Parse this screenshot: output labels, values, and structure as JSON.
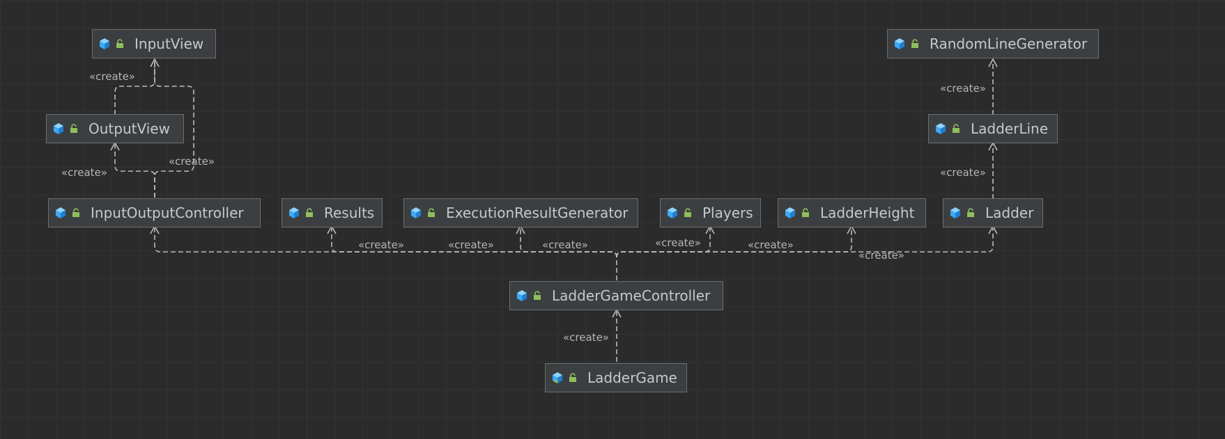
{
  "diagram": {
    "stereotype": "«create»",
    "nodes": [
      {
        "id": "input-view",
        "label": "InputView"
      },
      {
        "id": "output-view",
        "label": "OutputView"
      },
      {
        "id": "input-output-controller",
        "label": "InputOutputController"
      },
      {
        "id": "results",
        "label": "Results"
      },
      {
        "id": "execution-result-generator",
        "label": "ExecutionResultGenerator"
      },
      {
        "id": "players",
        "label": "Players"
      },
      {
        "id": "ladder-height",
        "label": "LadderHeight"
      },
      {
        "id": "ladder",
        "label": "Ladder"
      },
      {
        "id": "ladder-line",
        "label": "LadderLine"
      },
      {
        "id": "random-line-generator",
        "label": "RandomLineGenerator"
      },
      {
        "id": "ladder-game-controller",
        "label": "LadderGameController"
      },
      {
        "id": "ladder-game",
        "label": "LadderGame"
      }
    ],
    "edges": [
      {
        "from": "output-view",
        "to": "input-view",
        "label": "«create»"
      },
      {
        "from": "input-output-controller",
        "to": "output-view",
        "label": "«create»"
      },
      {
        "from": "input-output-controller",
        "to": "input-view",
        "label": "«create»"
      },
      {
        "from": "ladder-line",
        "to": "random-line-generator",
        "label": "«create»"
      },
      {
        "from": "ladder",
        "to": "ladder-line",
        "label": "«create»"
      },
      {
        "from": "ladder-game-controller",
        "to": "input-output-controller",
        "label": "«create»"
      },
      {
        "from": "ladder-game-controller",
        "to": "results",
        "label": "«create»"
      },
      {
        "from": "ladder-game-controller",
        "to": "execution-result-generator",
        "label": "«create»"
      },
      {
        "from": "ladder-game-controller",
        "to": "players",
        "label": "«create»"
      },
      {
        "from": "ladder-game-controller",
        "to": "ladder-height",
        "label": "«create»"
      },
      {
        "from": "ladder-game-controller",
        "to": "ladder",
        "label": "«create»"
      },
      {
        "from": "ladder-game",
        "to": "ladder-game-controller",
        "label": "«create»"
      }
    ],
    "colors": {
      "background": "#2b2b2b",
      "grid": "#333333",
      "node_fill": "#3c3f41",
      "node_border": "#6e6e6e",
      "node_text": "#c8c8c8",
      "edge": "#bdbdbd",
      "class_icon": "#3fa9f5",
      "lock_icon": "#8fbf5a"
    },
    "icons": {
      "class": "class-icon",
      "access": "lock-open-icon"
    }
  }
}
